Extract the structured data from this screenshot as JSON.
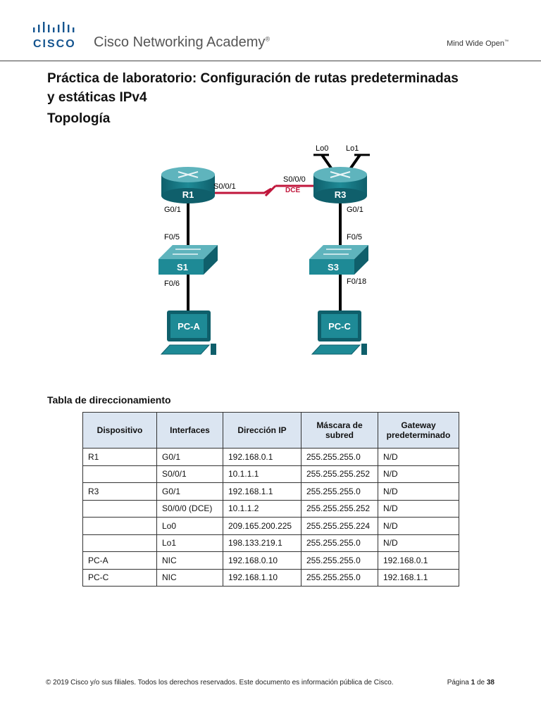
{
  "header": {
    "logo_text": "CISCO",
    "brand": "Cisco Networking Academy",
    "brand_mark": "®",
    "tagline": "Mind Wide Open",
    "tagline_mark": "™"
  },
  "title": {
    "line1": "Práctica de laboratorio: Configuración de rutas predeterminadas",
    "line2": "y estáticas IPv4"
  },
  "topology": {
    "heading": "Topología",
    "labels": {
      "r1": "R1",
      "r3": "R3",
      "s1": "S1",
      "s3": "S3",
      "pca": "PC-A",
      "pcc": "PC-C",
      "r1_serial": "S0/0/1",
      "r3_serial": "S0/0/0",
      "dce": "DCE",
      "r1_g": "G0/1",
      "r3_g": "G0/1",
      "s1_f_up": "F0/5",
      "s3_f_up": "F0/5",
      "s1_f_down": "F0/6",
      "s3_f_down": "F0/18",
      "lo0": "Lo0",
      "lo1": "Lo1"
    }
  },
  "table": {
    "heading": "Tabla de direccionamiento",
    "columns": [
      "Dispositivo",
      "Interfaces",
      "Dirección IP",
      "Máscara de subred",
      "Gateway predeterminado"
    ],
    "rows": [
      [
        "R1",
        "G0/1",
        "192.168.0.1",
        "255.255.255.0",
        "N/D"
      ],
      [
        "",
        "S0/0/1",
        "10.1.1.1",
        "255.255.255.252",
        "N/D"
      ],
      [
        "R3",
        "G0/1",
        "192.168.1.1",
        "255.255.255.0",
        "N/D"
      ],
      [
        "",
        "S0/0/0 (DCE)",
        "10.1.1.2",
        "255.255.255.252",
        "N/D"
      ],
      [
        "",
        "Lo0",
        "209.165.200.225",
        "255.255.255.224",
        "N/D"
      ],
      [
        "",
        "Lo1",
        "198.133.219.1",
        "255.255.255.0",
        "N/D"
      ],
      [
        "PC-A",
        "NIC",
        "192.168.0.10",
        "255.255.255.0",
        "192.168.0.1"
      ],
      [
        "PC-C",
        "NIC",
        "192.168.1.10",
        "255.255.255.0",
        "192.168.1.1"
      ]
    ]
  },
  "footer": {
    "copyright": "© 2019 Cisco y/o sus filiales. Todos los derechos reservados. Este documento es información pública de Cisco.",
    "page_prefix": "Página",
    "page_current": "1",
    "page_sep": "de",
    "page_total": "38"
  },
  "colors": {
    "cisco_blue": "#14548f",
    "device_teal": "#1e8a96",
    "serial_red": "#c0163b",
    "table_header_bg": "#dbe5f1"
  }
}
